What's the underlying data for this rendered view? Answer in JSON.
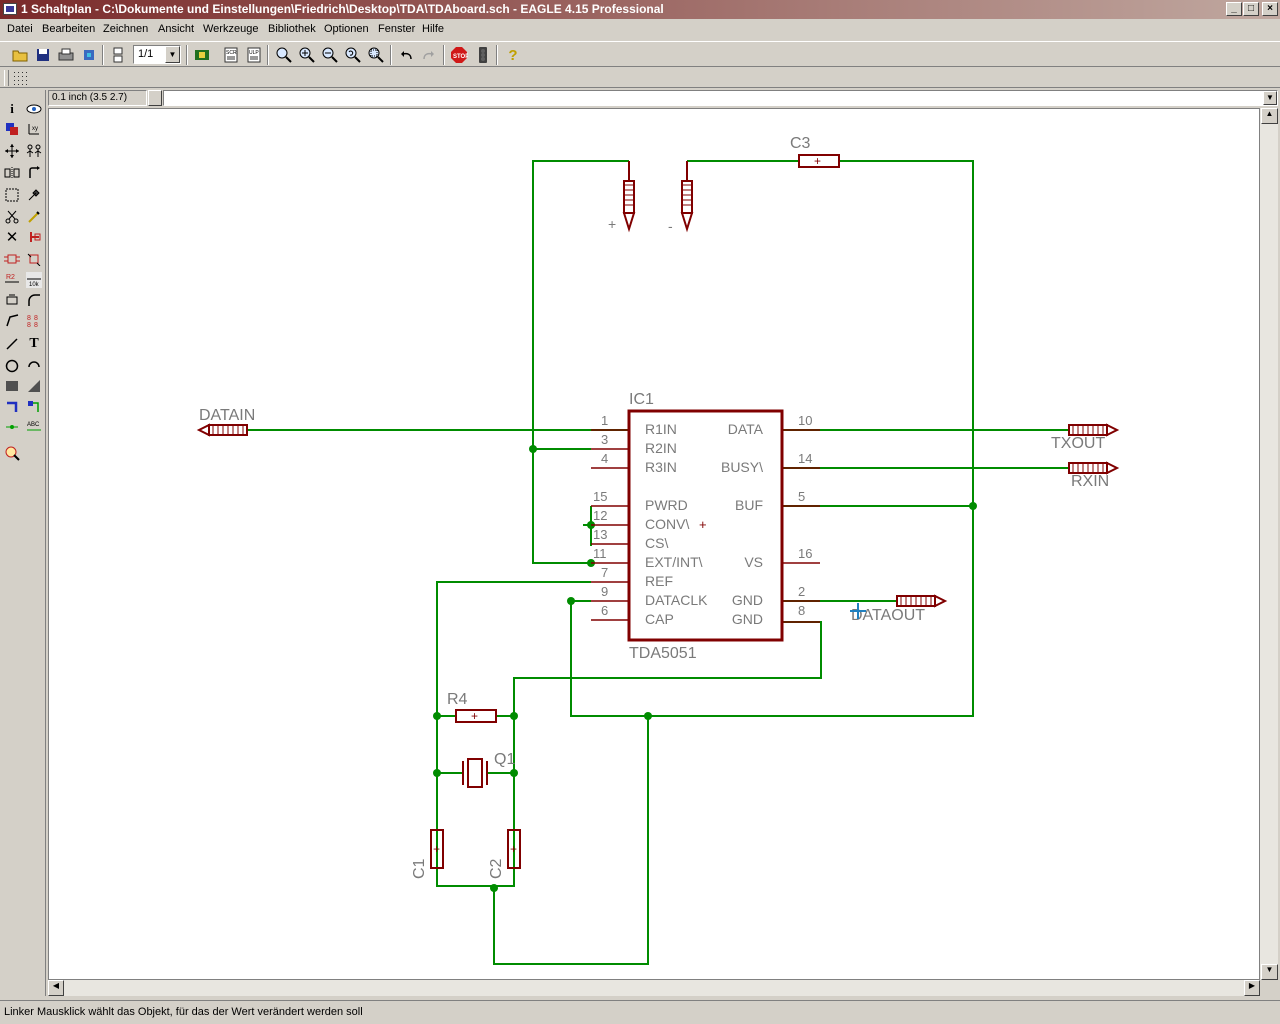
{
  "window": {
    "title": "1 Schaltplan - C:\\Dokumente und Einstellungen\\Friedrich\\Desktop\\TDA\\TDAboard.sch - EAGLE 4.15 Professional"
  },
  "menu": [
    "Datei",
    "Bearbeiten",
    "Zeichnen",
    "Ansicht",
    "Werkzeuge",
    "Bibliothek",
    "Optionen",
    "Fenster",
    "Hilfe"
  ],
  "toolbar": {
    "sheet_select": "1/1",
    "icons": [
      "open-icon",
      "save-icon",
      "print-icon",
      "cam-icon",
      "sheet-select",
      "board-icon",
      "script-icon",
      "ulp-icon",
      "zoom-fit-icon",
      "zoom-in-icon",
      "zoom-out-icon",
      "zoom-redraw-icon",
      "zoom-select-icon",
      "undo-icon",
      "redo-icon",
      "stop-icon",
      "go-icon",
      "help-icon"
    ]
  },
  "commandbar": {
    "grid_info": "0.1 inch (3.5 2.7)",
    "command": ""
  },
  "statusbar": {
    "message": "Linker Mausklick wählt das Objekt, für das der Wert verändert werden soll"
  },
  "colors": {
    "wire": "#008c00",
    "part": "#800000",
    "label": "#7a7a7a",
    "junction": "#008c00"
  },
  "schematic": {
    "ic": {
      "name": "IC1",
      "value": "TDA5051",
      "left_pins": [
        {
          "num": "1",
          "name": "R1IN"
        },
        {
          "num": "3",
          "name": "R2IN"
        },
        {
          "num": "4",
          "name": "R3IN"
        },
        {
          "num": "15",
          "name": "PWRD"
        },
        {
          "num": "12",
          "name": "CONV\\"
        },
        {
          "num": "13",
          "name": "CS\\"
        },
        {
          "num": "11",
          "name": "EXT/INT\\"
        },
        {
          "num": "7",
          "name": "REF"
        },
        {
          "num": "9",
          "name": "DATACLK"
        },
        {
          "num": "6",
          "name": "CAP"
        }
      ],
      "right_pins": [
        {
          "num": "10",
          "name": "DATA"
        },
        {
          "num": "14",
          "name": "BUSY\\"
        },
        {
          "num": "5",
          "name": "BUF"
        },
        {
          "num": "16",
          "name": "VS"
        },
        {
          "num": "2",
          "name": "GND"
        },
        {
          "num": "8",
          "name": "GND"
        }
      ]
    },
    "parts": {
      "c3": "C3",
      "r4": "R4",
      "q1": "Q1",
      "c1": "C1",
      "c2": "C2"
    },
    "connectors": {
      "datain": "DATAIN",
      "txout": "TXOUT",
      "rxin": "RXIN",
      "dataout": "DATAOUT",
      "plus": "+",
      "minus": "-"
    }
  }
}
